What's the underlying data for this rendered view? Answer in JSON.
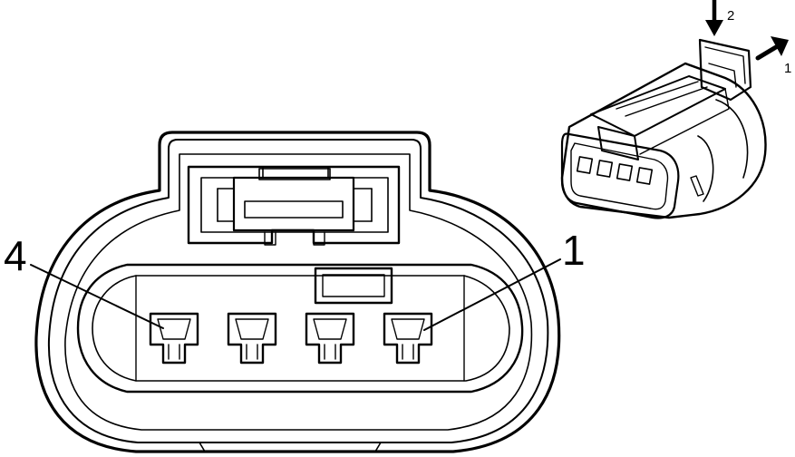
{
  "face_view": {
    "pin_labels": {
      "left": "4",
      "right": "1"
    },
    "cavities": 4
  },
  "release_steps": {
    "down": "2",
    "pull": "1"
  },
  "colors": {
    "line": "#000000",
    "background": "#ffffff"
  }
}
